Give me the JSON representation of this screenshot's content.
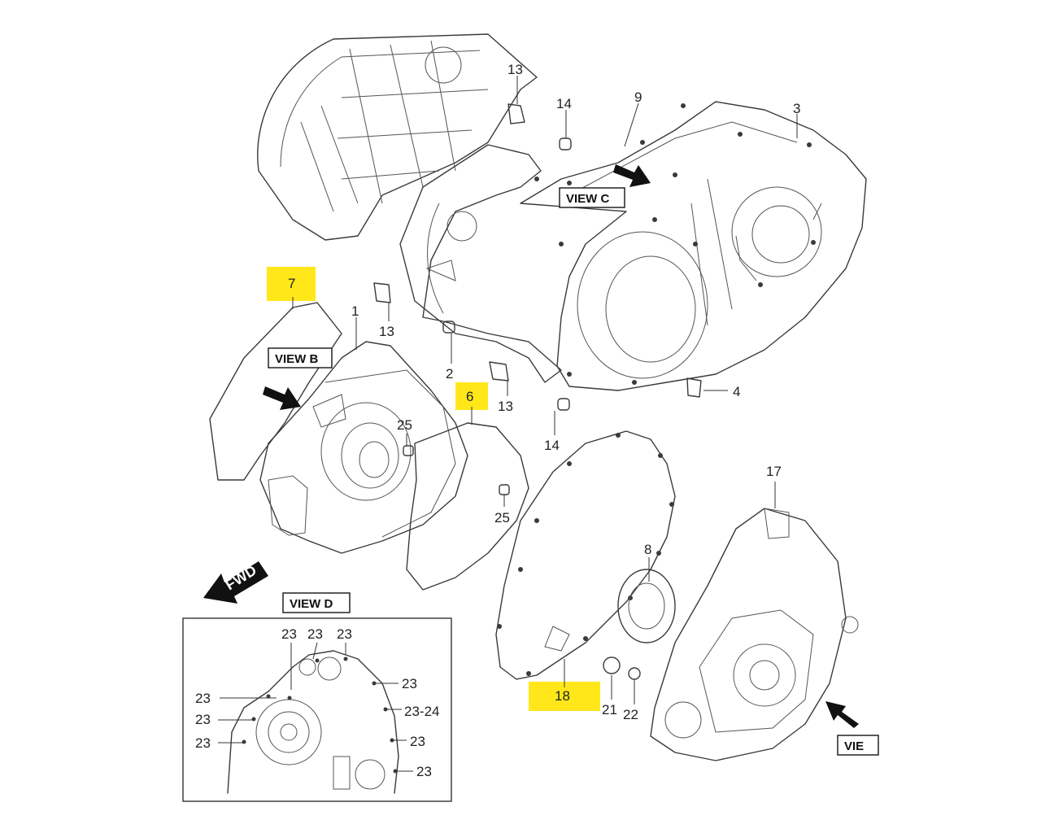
{
  "callouts": {
    "c1": "1",
    "c2": "2",
    "c3": "3",
    "c4": "4",
    "c6": "6",
    "c7": "7",
    "c8": "8",
    "c9": "9",
    "c13a": "13",
    "c13b": "13",
    "c13c": "13",
    "c14a": "14",
    "c14b": "14",
    "c17": "17",
    "c18": "18",
    "c21": "21",
    "c22": "22",
    "c25a": "25",
    "c25b": "25",
    "d23a": "23",
    "d23b": "23",
    "d23c": "23",
    "d23d": "23",
    "d23e": "23",
    "d23f": "23",
    "d23g": "23",
    "d23h": "23",
    "d23i": "23",
    "d2324": "23-24"
  },
  "views": {
    "view_b": "VIEW B",
    "view_c": "VIEW C",
    "view_d": "VIEW D",
    "view_e_partial": "VIE"
  },
  "fwd_label": "FWD",
  "highlight_color": "#ffe71a",
  "highlighted_parts": [
    "7",
    "6",
    "18"
  ]
}
